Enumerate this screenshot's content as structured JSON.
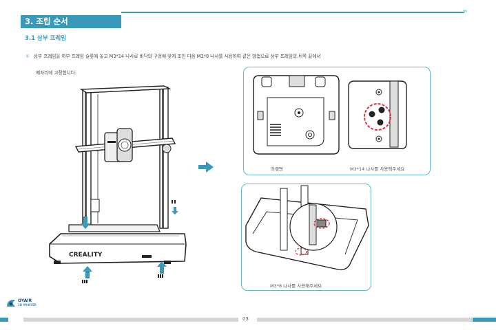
{
  "section": {
    "title": "3. 조립 순서"
  },
  "subsection": {
    "title": "3.1 상부 프레임"
  },
  "instruction": {
    "number": "①",
    "line1": "상부 프레임을 하부 프레임 슬롯에 놓고 M3*14 나사로 바닥의 구멍에 맞게 조인 다음 M3*8 나사를 사용하여 같은 방법으로 상부 프레임의 뒤쪽 끝에서",
    "line2": "제자리에 고정합니다."
  },
  "printer": {
    "brand": "CREALITY"
  },
  "captions": {
    "back": "아랫면",
    "m14": "M3*14 나사를 사용해주세요",
    "m8": "M3*8 나사를 사용해주세요"
  },
  "logo": {
    "line1": "OYAIR",
    "line2": "3D PRINTER"
  },
  "footer": {
    "page": "03"
  },
  "colors": {
    "accent": "#3a98b8",
    "highlight_circle": "#d9333f"
  },
  "icons": [
    "arrow-right-icon",
    "arrow-up-icon",
    "arrow-down-icon",
    "screw-icon",
    "logo-icon"
  ]
}
